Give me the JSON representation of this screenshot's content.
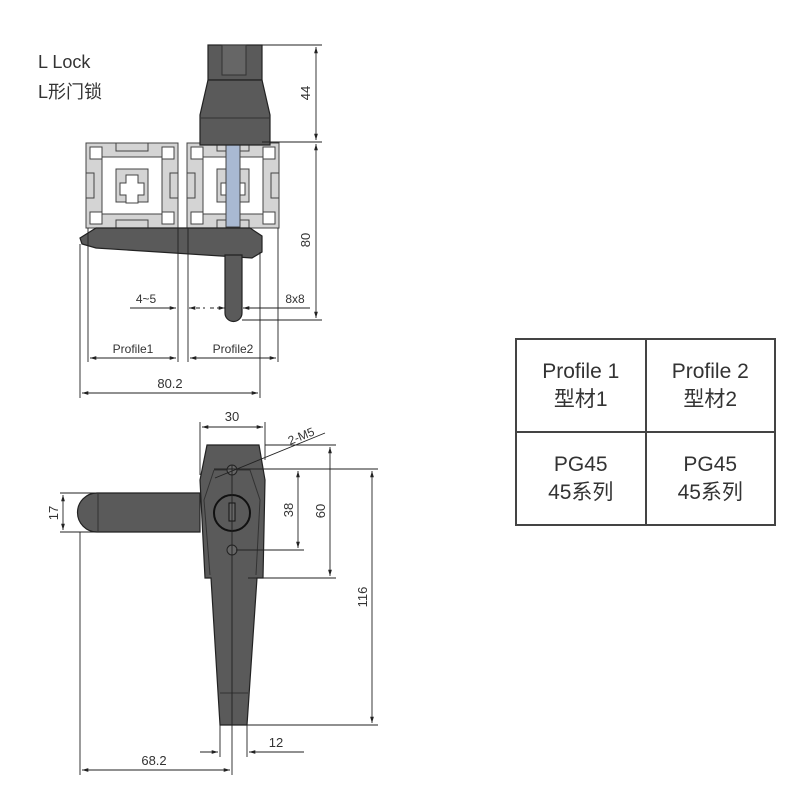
{
  "title": {
    "en": "L Lock",
    "zh": "L形门锁"
  },
  "top_view": {
    "dims": {
      "height_top": "44",
      "height_profile": "80",
      "gap": "4~5",
      "square": "8x8",
      "profile1": "Profile1",
      "profile2": "Profile2",
      "overall_width": "80.2"
    }
  },
  "front_view": {
    "dims": {
      "body_width": "30",
      "thread": "2-M5",
      "hole_spacing": "38",
      "body_height": "60",
      "lever_length": "116",
      "bar_diameter": "17",
      "tip_width": "12",
      "reach": "68.2"
    }
  },
  "table": {
    "headers": [
      {
        "en": "Profile 1",
        "zh": "型材1"
      },
      {
        "en": "Profile 2",
        "zh": "型材2"
      }
    ],
    "rows": [
      [
        {
          "series": "PG45",
          "zh": "45系列"
        },
        {
          "series": "PG45",
          "zh": "45系列"
        }
      ]
    ]
  },
  "colors": {
    "body": "#5a5a5a",
    "profile": "#d4d4d4",
    "shaft": "#a9b9d2",
    "line": "#222222"
  }
}
